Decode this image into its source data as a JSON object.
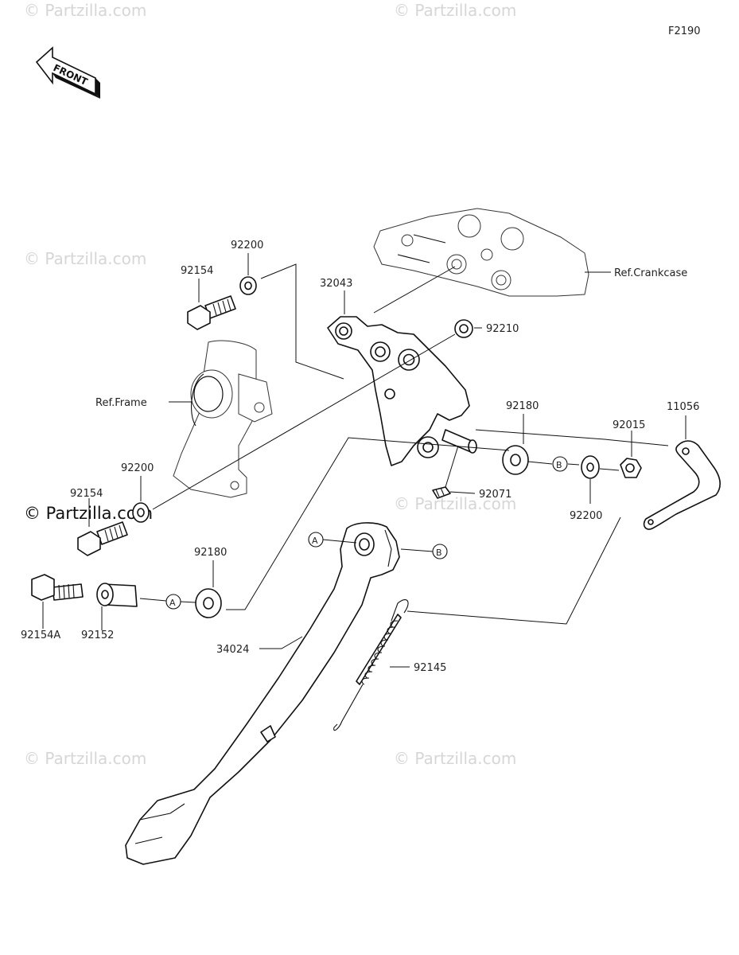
{
  "diagram_code": "F2190",
  "front_arrow_label": "FRONT",
  "watermark": "© Partzilla.com",
  "references": {
    "crankcase": "Ref.Crankcase",
    "frame": "Ref.Frame"
  },
  "callouts": {
    "A": "A",
    "B": "B"
  },
  "parts": {
    "p92200_top": "92200",
    "p92154_top": "92154",
    "p32043": "32043",
    "p92210": "92210",
    "p92180_right": "92180",
    "p92015": "92015",
    "p11056": "11056",
    "p92200_left": "92200",
    "p92154_left": "92154",
    "p92071": "92071",
    "p92200_right": "92200",
    "p92180_left": "92180",
    "p92154A": "92154A",
    "p92152": "92152",
    "p34024": "34024",
    "p92145": "92145"
  }
}
